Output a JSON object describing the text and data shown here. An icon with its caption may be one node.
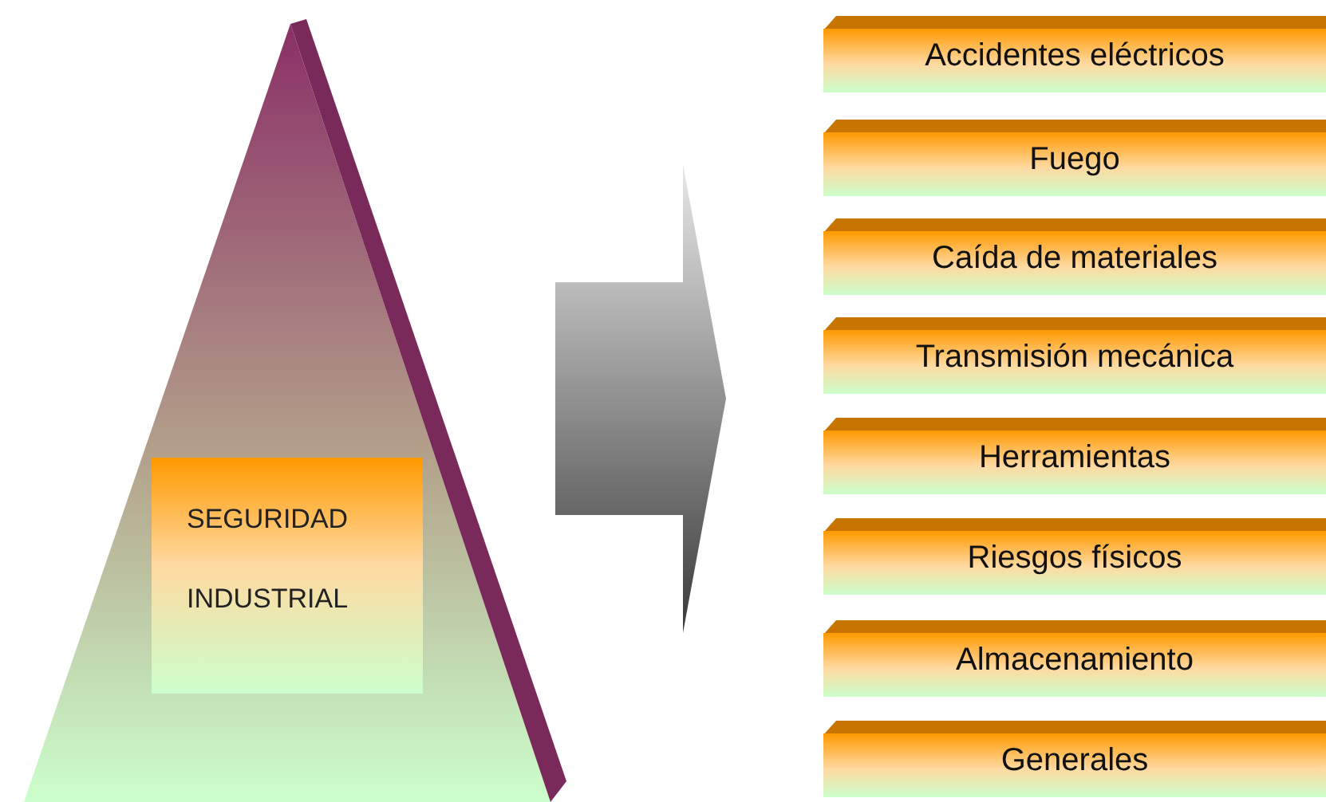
{
  "diagram": {
    "nodes": [
      {
        "text": [],
        "shape": "triangle"
      },
      {
        "text": [
          "SEGURIDAD INDUSTRIAL"
        ],
        "in": 0
      },
      {
        "text": [
          "Accidentes eléctricos"
        ]
      },
      {
        "text": [
          "Fuego"
        ]
      },
      {
        "text": [
          "Caída de materiales"
        ]
      },
      {
        "text": [
          "Transmisión mecánica"
        ]
      },
      {
        "text": [
          "Herramientas"
        ]
      },
      {
        "text": [
          "Riesgos físicos"
        ]
      },
      {
        "text": [
          "Almacenamiento"
        ]
      },
      {
        "text": [
          "Generales"
        ]
      }
    ],
    "edges": [
      {
        "from": 0,
        "to": 2,
        "arrow": "to"
      },
      {
        "from": 0,
        "to": 3,
        "arrow": "to"
      },
      {
        "from": 0,
        "to": 4,
        "arrow": "to"
      },
      {
        "from": 0,
        "to": 5,
        "arrow": "to"
      },
      {
        "from": 0,
        "to": 6,
        "arrow": "to"
      },
      {
        "from": 0,
        "to": 7,
        "arrow": "to"
      },
      {
        "from": 0,
        "to": 8,
        "arrow": "to"
      },
      {
        "from": 0,
        "to": 9,
        "arrow": "to"
      }
    ]
  }
}
